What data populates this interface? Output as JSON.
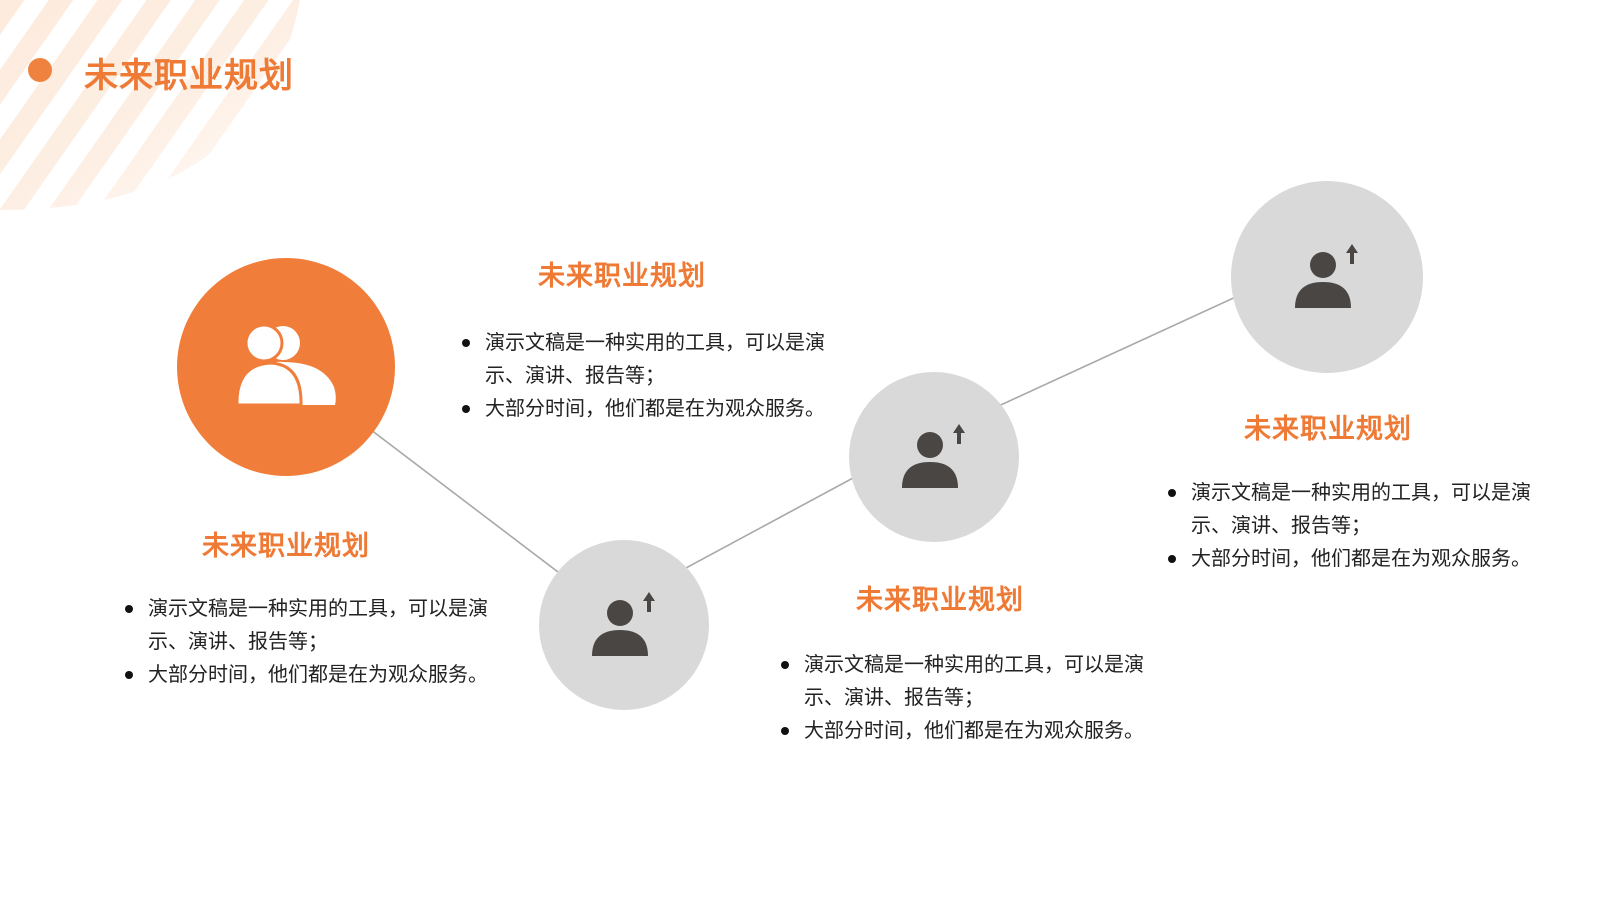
{
  "title": "未来职业规划",
  "colors": {
    "accent": "#f07e3a",
    "heading": "#ee7a35",
    "neutral_circle": "#d9d9d9",
    "icon_dark": "#4a4644",
    "line": "#a8a8a8"
  },
  "steps": [
    {
      "icon": "users-icon",
      "heading": "未来职业规划",
      "bullets": [
        "演示文稿是一种实用的工具，可以是演示、演讲、报告等；",
        "大部分时间，他们都是在为观众服务。"
      ]
    },
    {
      "icon": "user-growth-icon",
      "heading": "未来职业规划",
      "bullets": [
        "演示文稿是一种实用的工具，可以是演示、演讲、报告等；",
        "大部分时间，他们都是在为观众服务。"
      ]
    },
    {
      "icon": "user-growth-icon",
      "heading": "未来职业规划",
      "bullets": [
        "演示文稿是一种实用的工具，可以是演示、演讲、报告等；",
        "大部分时间，他们都是在为观众服务。"
      ]
    },
    {
      "icon": "user-growth-icon",
      "heading": "未来职业规划",
      "bullets": [
        "演示文稿是一种实用的工具，可以是演示、演讲、报告等；",
        "大部分时间，他们都是在为观众服务。"
      ]
    }
  ]
}
